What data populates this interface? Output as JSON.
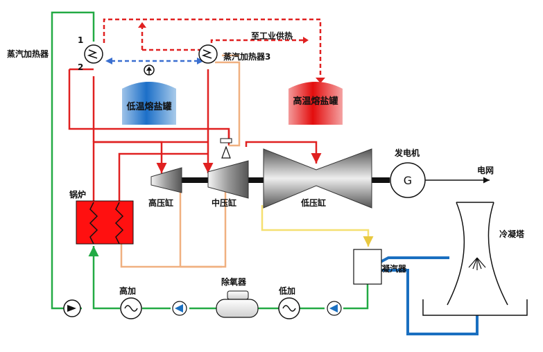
{
  "labels": {
    "steam_heater_1": "蒸汽加热器",
    "steam_heater_3": "蒸汽加热器3",
    "port_1": "1",
    "port_2": "2",
    "industrial_heat": "至工业供热",
    "low_temp_tank": "低温熔盐罐",
    "high_temp_tank": "高温熔盐罐",
    "boiler": "锅炉",
    "hp_cylinder": "高压缸",
    "ip_cylinder": "中压缸",
    "lp_cylinder": "低压缸",
    "generator": "发电机",
    "generator_symbol": "G",
    "grid": "电网",
    "cooling_tower": "冷凝塔",
    "condenser": "凝汽器",
    "hp_heater": "高加",
    "deaerator": "除氧器",
    "lp_heater": "低加"
  },
  "colors": {
    "main_steam": "#e02020",
    "reheat_steam": "#f0b080",
    "feedwater": "#22aa44",
    "lp_exhaust": "#f5e070",
    "cooling_water": "#1a6fc0",
    "salt_loop": "#3a6fd0"
  }
}
